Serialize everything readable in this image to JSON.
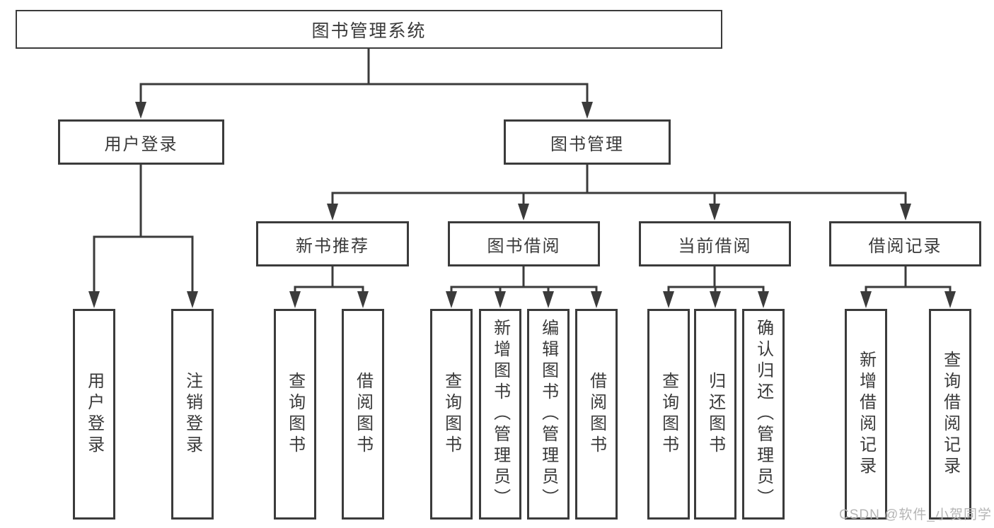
{
  "tree": {
    "root": {
      "label": "图书管理系统"
    },
    "children": [
      {
        "label": "用户登录",
        "children": [
          {
            "label": "用户登录"
          },
          {
            "label": "注销登录"
          }
        ]
      },
      {
        "label": "图书管理",
        "children": [
          {
            "label": "新书推荐",
            "children": [
              {
                "label": "查询图书"
              },
              {
                "label": "借阅图书"
              }
            ]
          },
          {
            "label": "图书借阅",
            "children": [
              {
                "label": "查询图书"
              },
              {
                "label": "新增图书（管理员）"
              },
              {
                "label": "编辑图书（管理员）"
              },
              {
                "label": "借阅图书"
              }
            ]
          },
          {
            "label": "当前借阅",
            "children": [
              {
                "label": "查询图书"
              },
              {
                "label": "归还图书"
              },
              {
                "label": "确认归还（管理员）"
              }
            ]
          },
          {
            "label": "借阅记录",
            "children": [
              {
                "label": "新增借阅记录"
              },
              {
                "label": "查询借阅记录"
              }
            ]
          }
        ]
      }
    ]
  },
  "watermark": {
    "text": "CSDN @软件_小贺同学"
  },
  "colors": {
    "line": "#3b3b3b",
    "text": "#3a3a3a",
    "watermark": "#b5b5b5",
    "background": "#ffffff"
  }
}
